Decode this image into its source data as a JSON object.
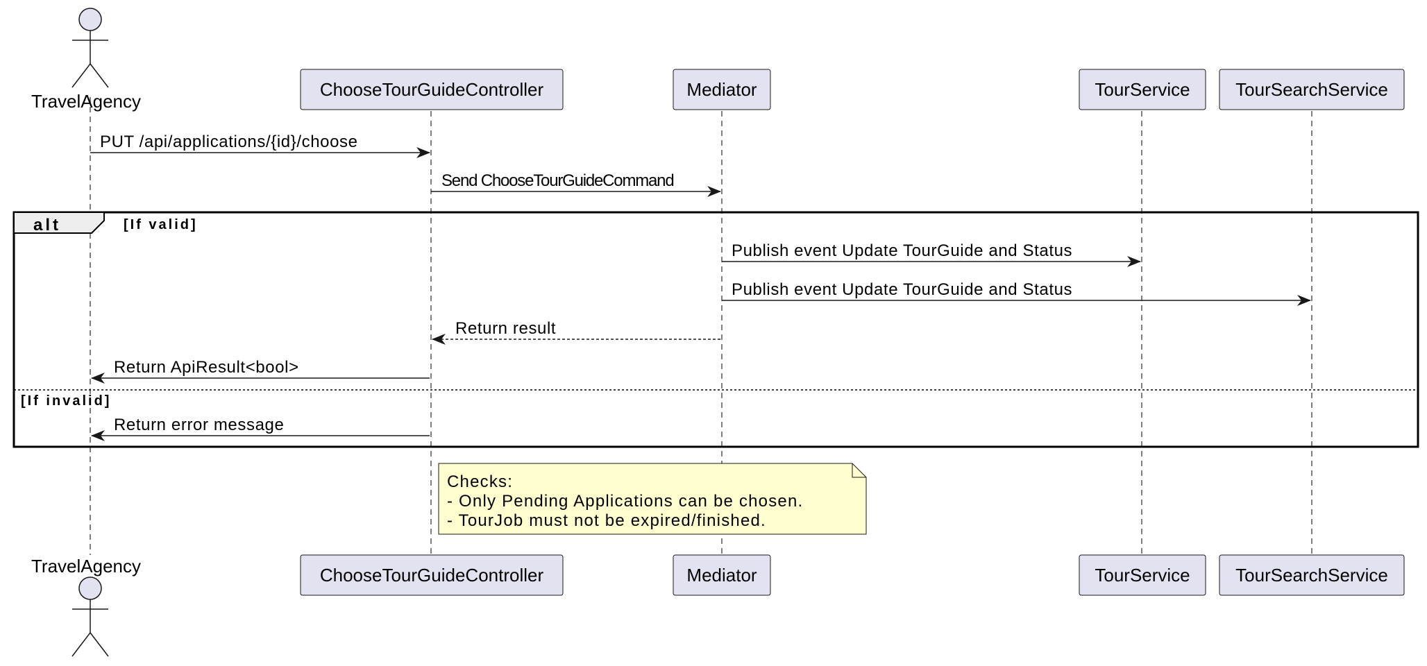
{
  "participants": {
    "travel_agency": "TravelAgency",
    "controller": "ChooseTourGuideController",
    "mediator": "Mediator",
    "tour_service": "TourService",
    "tour_search_service": "TourSearchService"
  },
  "messages": {
    "put_request": "PUT /api/applications/{id}/choose",
    "send_command": "Send ChooseTourGuideCommand",
    "publish_tour_service": "Publish event Update TourGuide and Status",
    "publish_tour_search": "Publish event Update TourGuide and Status",
    "return_result": "Return result",
    "return_api_result": "Return ApiResult<bool>",
    "return_error": "Return error message"
  },
  "fragment": {
    "operator": "alt",
    "guard_valid": "[If valid]",
    "guard_invalid": "[If invalid]"
  },
  "note": {
    "line1": "Checks:",
    "line2": "- Only Pending Applications can be chosen.",
    "line3": "- TourJob must not be expired/finished."
  },
  "colors": {
    "participant_fill": "#e2e2f0",
    "participant_stroke": "#181818",
    "note_fill": "#fefece",
    "lifeline": "#555555",
    "fragment_header_fill": "#eeeeee"
  }
}
